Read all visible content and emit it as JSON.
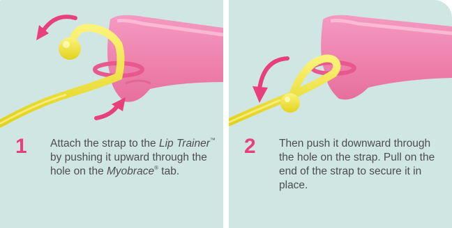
{
  "colors": {
    "panel_background": "#cfe6e3",
    "accent": "#e8407a",
    "strap": "#f0e53a",
    "trainer": "#ee7fa9",
    "text": "#4d4d4d"
  },
  "steps": [
    {
      "number": "1",
      "text_a": "Attach the strap to the ",
      "product_name": "Lip Trainer",
      "trademark": "™",
      "text_b": " by pushing it upward through the hole on the ",
      "brand_name": "Myobrace",
      "registered": "®",
      "text_c": " tab.",
      "icons": [
        "curved-arrow-up-left-icon",
        "curved-arrow-right-icon"
      ]
    },
    {
      "number": "2",
      "text_a": "Then push it downward through the hole on the strap. Pull on the end of the strap to secure it in place.",
      "icons": [
        "curved-arrow-down-icon"
      ]
    }
  ]
}
